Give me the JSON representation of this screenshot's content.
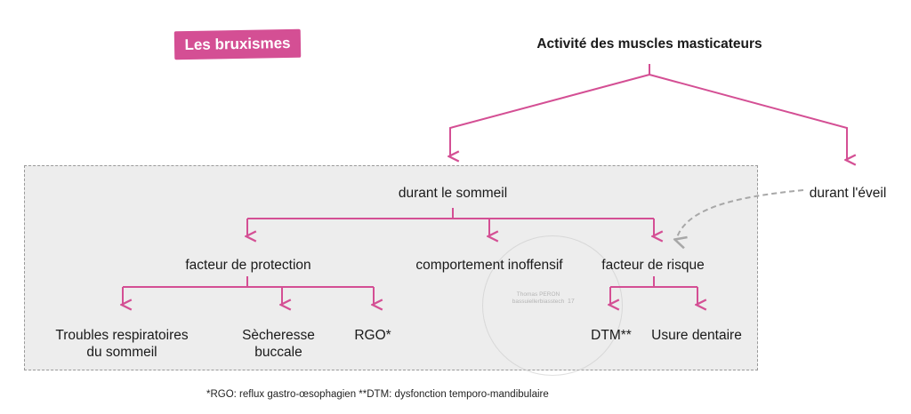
{
  "badge": "Les bruxismes",
  "root": "Activité des muscles masticateurs",
  "sleep": "durant le sommeil",
  "awake": "durant l'éveil",
  "protection": "facteur de protection",
  "harmless": "comportement inoffensif",
  "risk": "facteur de risque",
  "leaf1": "Troubles respiratoires\ndu sommeil",
  "leaf2": "Sècheresse\nbuccale",
  "leaf3": "RGO*",
  "leaf4": "DTM**",
  "leaf5": "Usure dentaire",
  "footnote": "*RGO: reflux gastro-œsophagien **DTM: dysfonction temporo-mandibulaire",
  "watermark": {
    "line1": "Thomas PERON",
    "line2": "bassuiellerbiasstech",
    "num": "17"
  },
  "colors": {
    "accent": "#d44f94",
    "frame": "#ededed",
    "dashed_arrow": "#a8a8a8"
  }
}
